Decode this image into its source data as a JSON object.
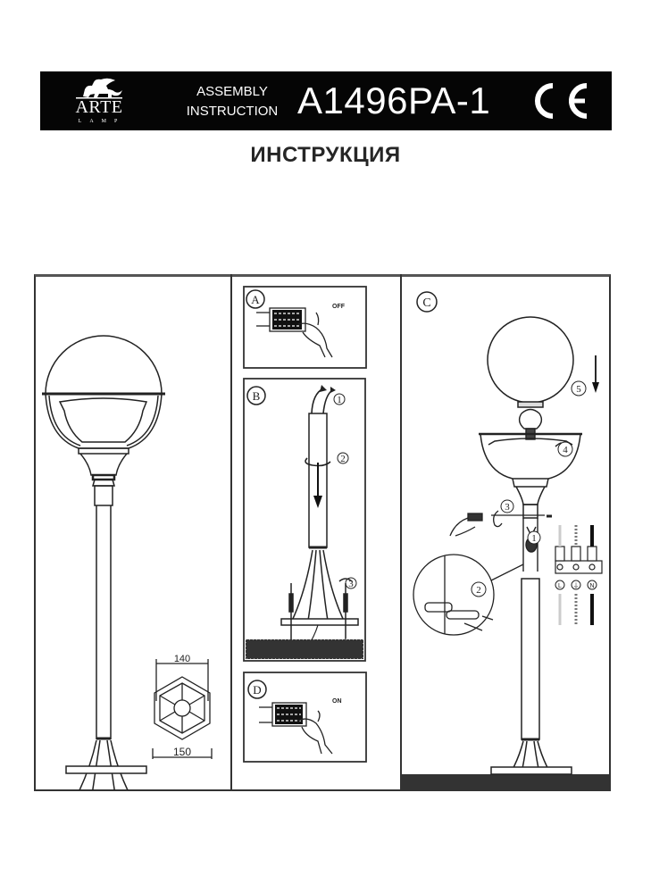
{
  "header": {
    "brand": "ARTE",
    "brand_sub": "LAMP",
    "assembly_line1": "ASSEMBLY",
    "assembly_line2": "INSTRUCTION",
    "model": "A1496PA-1",
    "cert_mark": "CE"
  },
  "subtitle": "ИНСТРУКЦИЯ",
  "overview_panel": {
    "dimensions": {
      "top_width": "140",
      "bottom_width": "150"
    }
  },
  "steps": {
    "A": {
      "label": "A",
      "switch_state": "OFF"
    },
    "B": {
      "label": "B",
      "substeps": [
        "1",
        "2",
        "3"
      ]
    },
    "C": {
      "label": "C",
      "substeps": [
        "1",
        "2",
        "3",
        "4",
        "5"
      ],
      "terminals": [
        "L",
        "⏚",
        "N"
      ]
    },
    "D": {
      "label": "D",
      "switch_state": "ON"
    }
  },
  "colors": {
    "header_bg": "#050505",
    "header_text": "#ffffff",
    "line": "#222222"
  }
}
